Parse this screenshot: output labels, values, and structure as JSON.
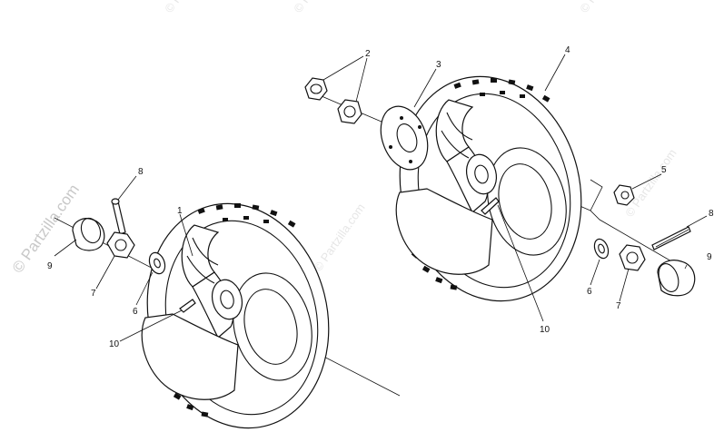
{
  "watermark": {
    "main": "© Partzilla.com",
    "faint": "© Partzilla.com"
  },
  "callouts": {
    "c1": "1",
    "c2": "2",
    "c3": "3",
    "c4": "4",
    "c5": "5",
    "c6_left": "6",
    "c6_right": "6",
    "c7_left": "7",
    "c7_right": "7",
    "c8_left": "8",
    "c8_right": "8",
    "c9_left": "9",
    "c9_right": "9",
    "c10_left": "10",
    "c10_right": "10"
  }
}
